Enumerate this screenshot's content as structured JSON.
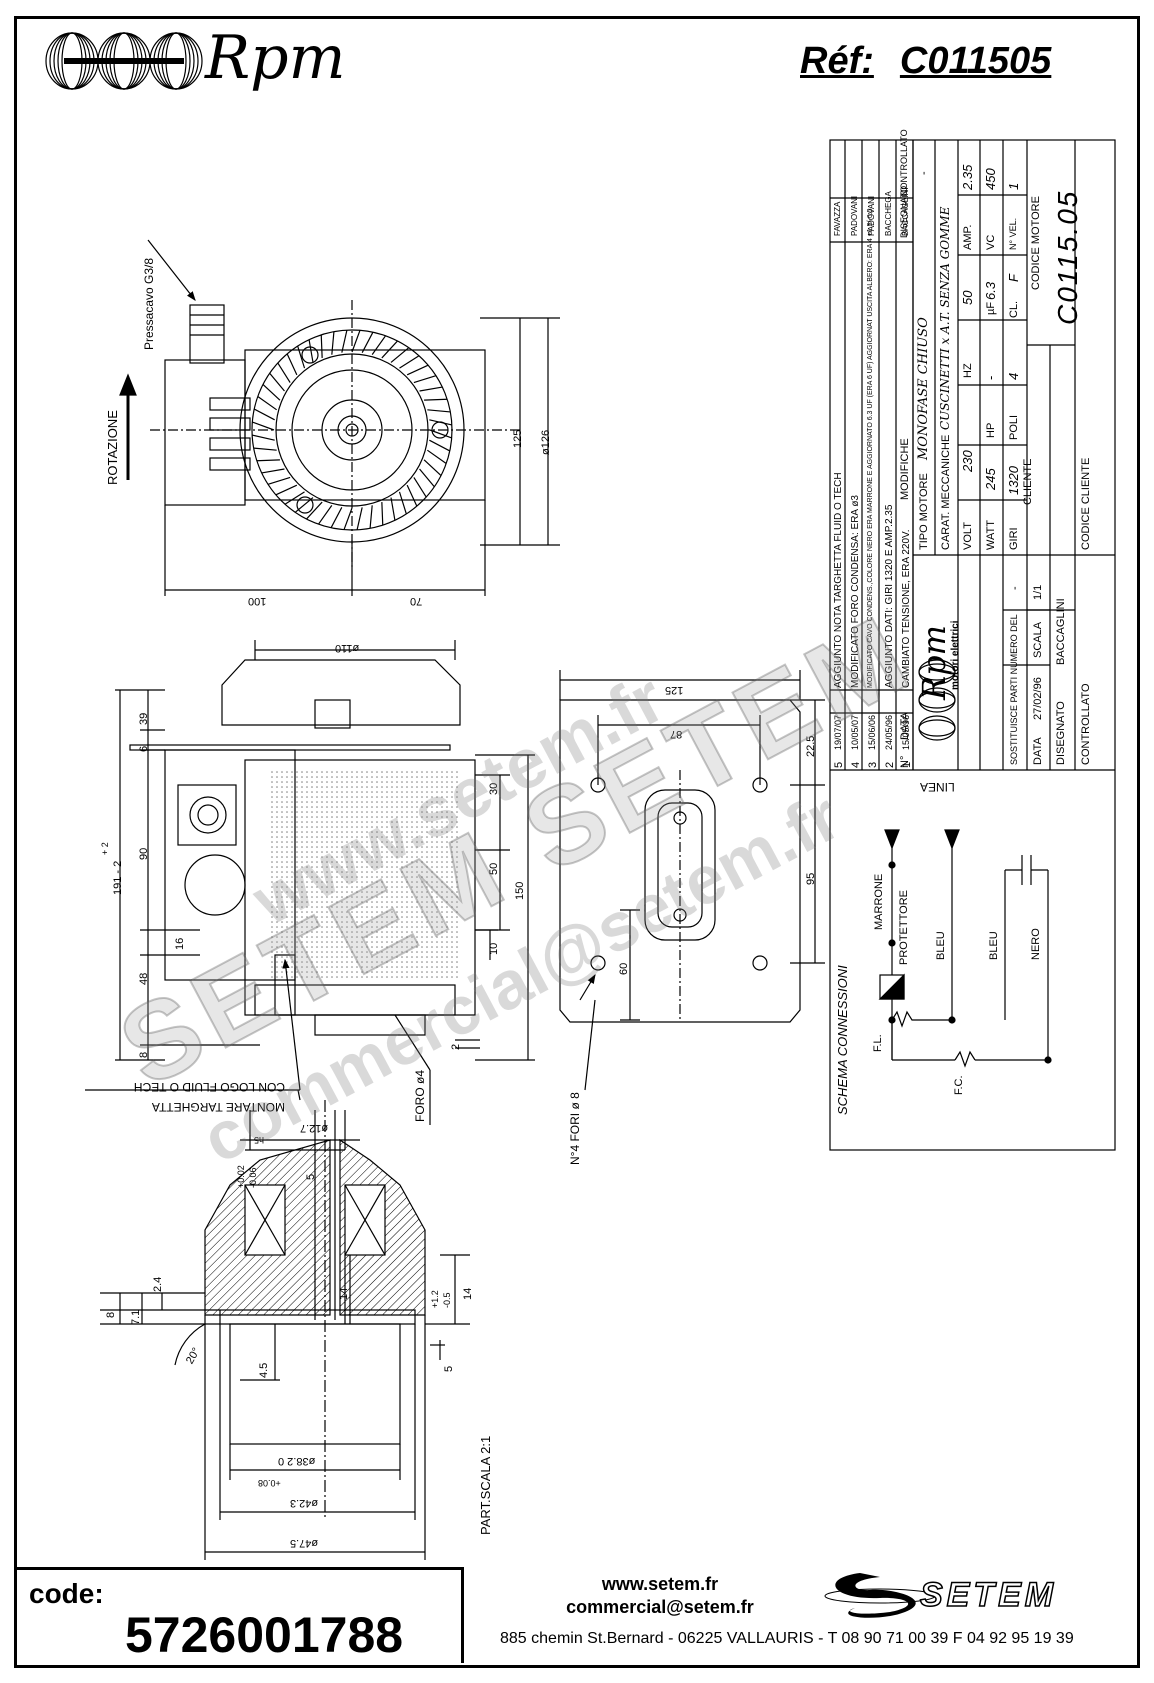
{
  "header": {
    "brand": "Rpm",
    "ref_label": "Réf:",
    "ref_value": "C011505"
  },
  "drawing_labels": {
    "cable_gland": "Pressacavo G3/8",
    "rotation": "ROTAZIONE",
    "dim_100": "100",
    "dim_70": "70",
    "dim_125_top": "125",
    "dim_d126": "ø126",
    "dim_d110": "ø110",
    "dim_39": "39",
    "dim_6": "6",
    "dim_90": "90",
    "dim_191": "191 - 2",
    "dim_191_tol": "+ 2",
    "dim_16": "16",
    "dim_48": "48",
    "dim_8_side": "8",
    "dim_30": "30",
    "dim_50": "50",
    "dim_150": "150",
    "dim_10": "10",
    "dim_2": "2",
    "dim_125_plate": "125",
    "dim_87": "87",
    "dim_22_5": "22.5",
    "dim_95": "95",
    "dim_60": "60",
    "holes": "N°4 FORI ø 8",
    "drain_hole": "FORO ø4",
    "nameplate_1": "MONTARE TARGHETTA",
    "nameplate_2": "CON LOGO FLUID O TECH",
    "shaft_d": "ø12.7",
    "shaft_tol": "h5",
    "shaft_5": "5",
    "shaft_tol2a": "-0.06",
    "shaft_tol2b": "+0.02",
    "dim_2_4": "2.4",
    "dim_7_1": "7.1",
    "dim_8": "8",
    "dim_20deg": "20°",
    "dim_4_5": "4.5",
    "dim_14a": "14",
    "dim_14b": "14",
    "dim_5b": "5",
    "tol_1_2": "+1.2",
    "tol_0_5": "-0.5",
    "d38": "ø38.2 0",
    "d38_tol": "+0.08",
    "d42": "ø42.3",
    "d47": "ø47.5",
    "part_scale": "PART.SCALA 2:1"
  },
  "schema": {
    "title": "SCHEMA CONNESSIONI",
    "linea": "LINEA",
    "marrone": "MARRONE",
    "protettore": "PROTETTORE",
    "bleu1": "BLEU",
    "bleu2": "BLEU",
    "nero": "NERO",
    "fl": "F.L.",
    "fc": "F.C."
  },
  "revisions": [
    {
      "n": "5",
      "date": "19/07/07",
      "desc": "AGGIUNTO NOTA TARGHETTA FLUID O TECH",
      "by": "FAVAZZA"
    },
    {
      "n": "4",
      "date": "10/05/07",
      "desc": "MODIFICATO FORO CONDENSA: ERA ø3",
      "by": "PADOVANI"
    },
    {
      "n": "3",
      "date": "15/06/06",
      "desc": "MODIFICATO CAVO CONDENS.,COLORE NERO ERA MARRONE E AGGIORNATO 6.3 UF (ERA 6 UF) AGGIORNAT USCITA ALBERO: ERA 4 +1.5/-0.5",
      "by": "PADOVANI"
    },
    {
      "n": "2",
      "date": "24/05/96",
      "desc": "AGGIUNTO DATI: GIRI 1320 E AMP.2.35",
      "by": "BACCHEGA"
    },
    {
      "n": "1",
      "date": "15/05/96",
      "desc": "CAMBIATO TENSIONE, ERA 220V.",
      "by": "BACCAGLINI"
    }
  ],
  "revision_header": {
    "n": "N°",
    "date": "DATA",
    "desc": "MODIFICHE",
    "by1": "DISEGNATO",
    "by2": "CONTROLLATO"
  },
  "title_block": {
    "logo": "Rpm",
    "logo_sub": "motori elettrici",
    "tipo_label": "TIPO MOTORE",
    "tipo_value": "MONOFASE CHIUSO",
    "tipo_dash": "-",
    "carat_label": "CARAT. MECCANICHE",
    "carat_value": "CUSCINETTI  x A.T.  SENZA GOMME",
    "volt_label": "VOLT",
    "volt": "230",
    "hz_label": "HZ",
    "hz": "50",
    "amp_label": "AMP.",
    "amp": "2.35",
    "watt_label": "WATT",
    "watt": "245",
    "hp_label": "HP",
    "hp": "-",
    "uf_label": "µF",
    "uf": "6.3",
    "vc_label": "VC",
    "vc": "450",
    "giri_label": "GIRI",
    "giri": "1320",
    "poli_label": "POLI",
    "poli": "4",
    "cl_label": "CL.",
    "cl": "F",
    "vel_label": "N° VEL.",
    "vel": "1",
    "sost_label": "SOSTITUISCE PARTI NUMERO DEL",
    "sost": "-",
    "data_label": "DATA",
    "data": "27/02/96",
    "scala_label": "SCALA",
    "scala": "1/1",
    "disegnato_label": "DISEGNATO",
    "disegnato": "BACCAGLINI",
    "controllato_label": "CONTROLLATO",
    "cliente_label": "CLIENTE",
    "codice_cliente_label": "CODICE CLIENTE",
    "codice_motore_label": "CODICE MOTORE",
    "codice_motore": "C0115.05"
  },
  "watermarks": [
    "www.setem.fr",
    "SETEM  SETEM",
    "commercial@setem.fr"
  ],
  "footer": {
    "code_label": "code:",
    "code_value": "5726001788",
    "web": "www.setem.fr",
    "email": "commercial@setem.fr",
    "address": "885 chemin St.Bernard  -  06225 VALLAURIS  -  T 08 90 71 00 39   F 04 92 95 19 39",
    "company": "SETEM"
  }
}
